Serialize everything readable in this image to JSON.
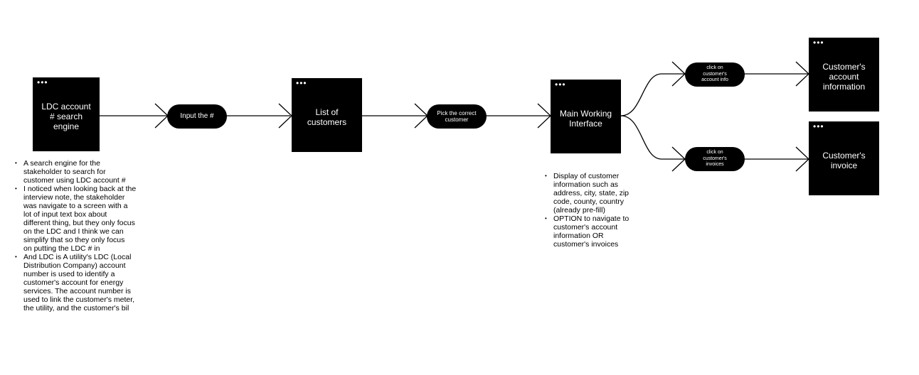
{
  "nodes": {
    "search_engine": {
      "label": "LDC account\n# search\nengine",
      "icon": "window-dots-icon"
    },
    "customer_list": {
      "label": "List of\ncustomers",
      "icon": "window-dots-icon"
    },
    "main_interface": {
      "label": "Main Working\nInterface",
      "icon": "window-dots-icon"
    },
    "account_info": {
      "label": "Customer's\naccount\ninformation",
      "icon": "window-dots-icon"
    },
    "invoice": {
      "label": "Customer's\ninvoice",
      "icon": "window-dots-icon"
    }
  },
  "actions": {
    "input": "Input the #",
    "pick": "Pick the correct\ncustomer",
    "click_account": "click on\ncustomer's\naccount info",
    "click_invoices": "click on\ncustomer's\ninvoices"
  },
  "notes": {
    "search_engine": [
      "A search engine for the\nstakeholder to search for\ncustomer using LDC account #",
      "I noticed when looking back at the\ninterview note, the stakeholder\nwas navigate to a screen with a\nlot of input text box about\ndifferent thing, but they only focus\non the LDC and I think we can\nsimplify that so they only focus\non putting the LDC # in",
      "And LDC is A utility's LDC (Local\nDistribution Company) account\nnumber is used to identify a\ncustomer's account for energy\nservices. The account number is\nused to link the customer's meter,\nthe utility, and the customer's bil"
    ],
    "main_interface": [
      "Display of customer\ninformation such as\naddress, city, state, zip\ncode, county, country\n(already pre-fill)",
      " OPTION to navigate to\ncustomer's account\ninformation OR\ncustomer's invoices"
    ]
  },
  "colors": {
    "shape": "#000000",
    "text_on_shape": "#ffffff",
    "line": "#000000"
  }
}
